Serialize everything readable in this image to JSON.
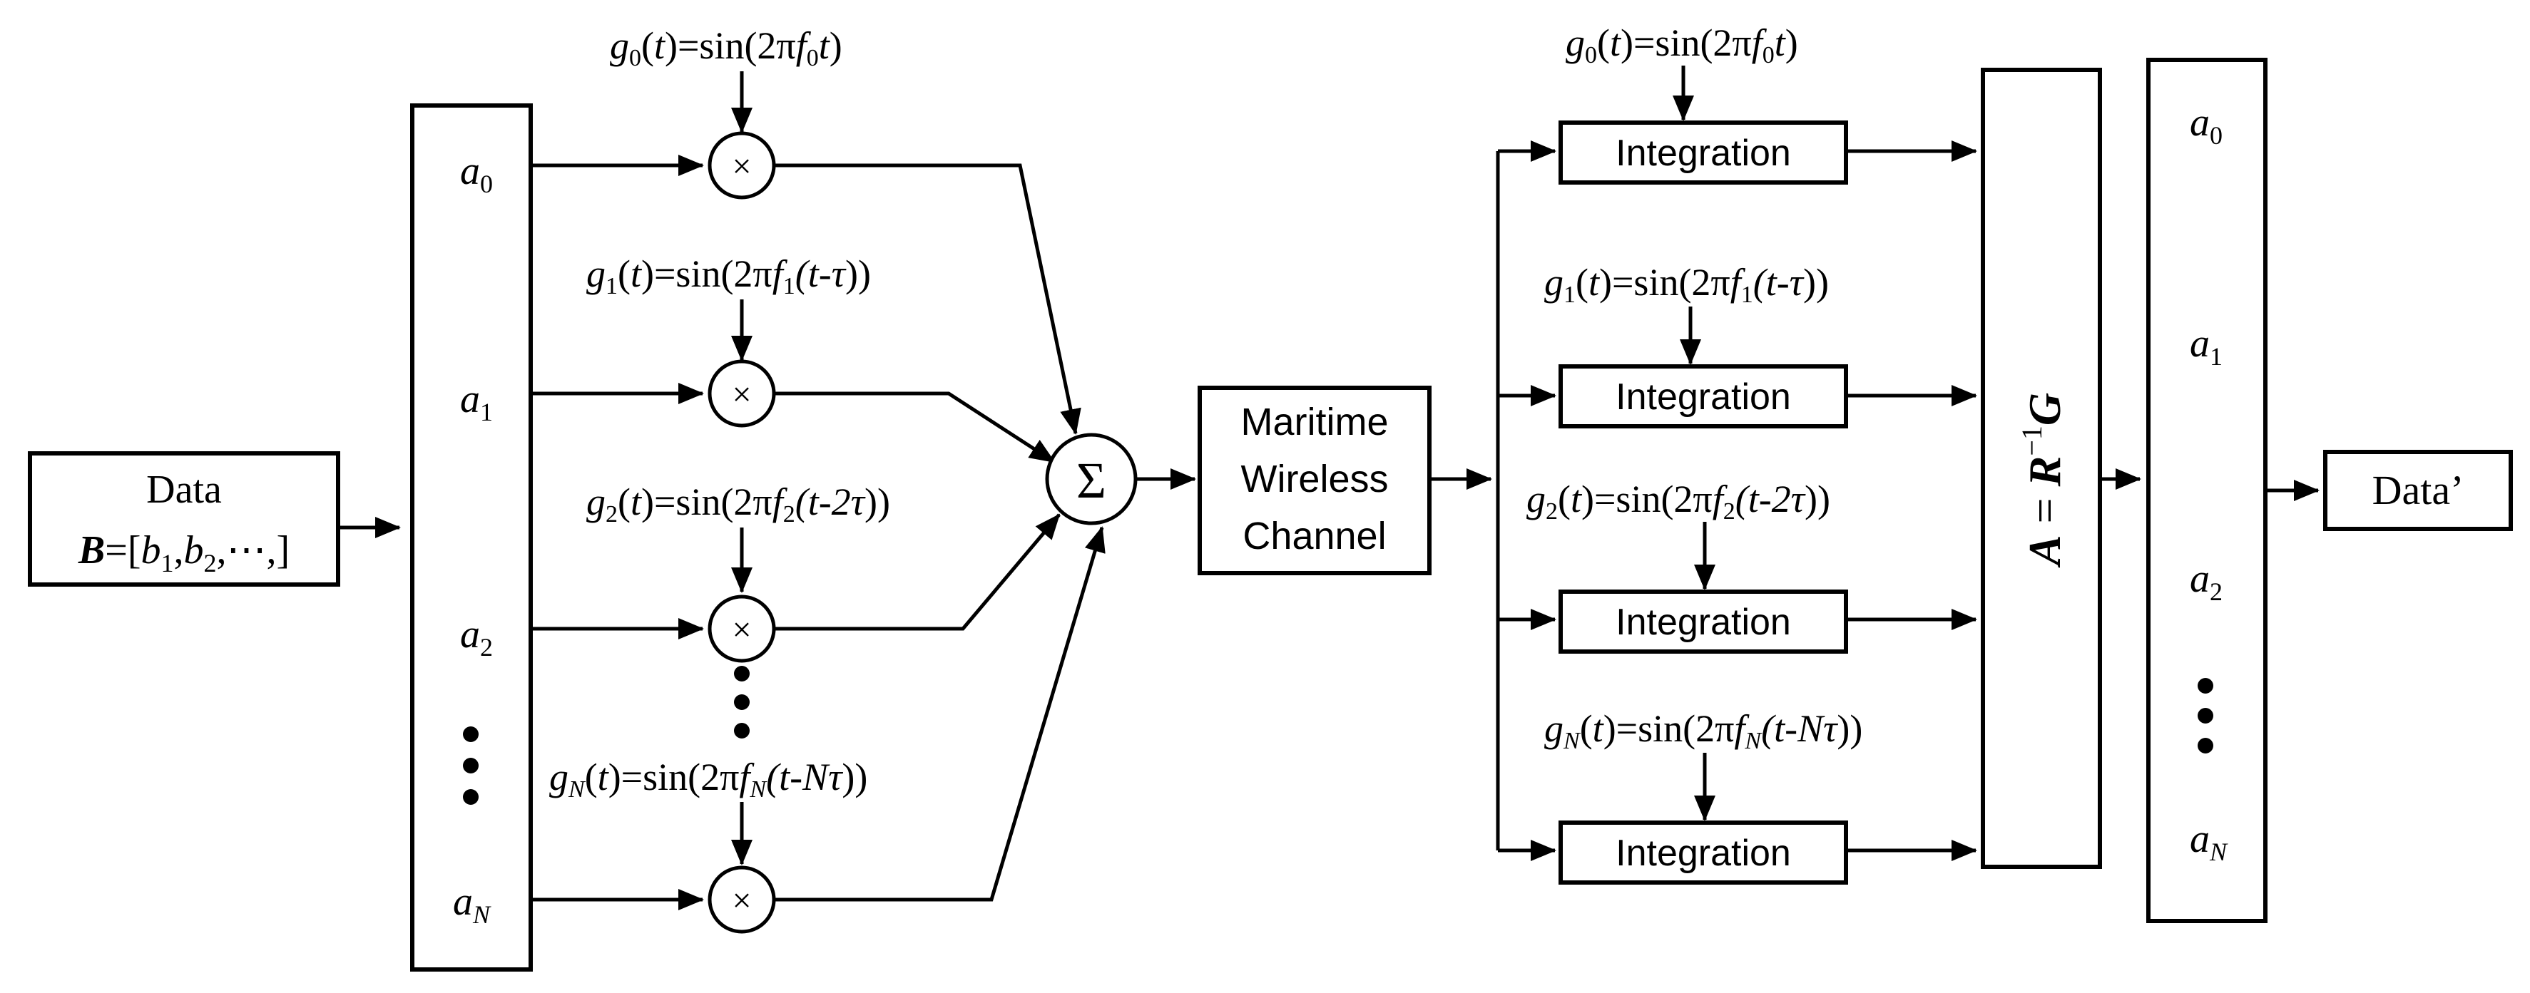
{
  "data_box": {
    "line1": "Data",
    "bold_B": "B",
    "eq": "=[",
    "b": "b",
    "s1": "1",
    "comma1": ",",
    "s2": "2",
    "tail": ",⋯,]"
  },
  "tx_coeffs": [
    {
      "a": "a",
      "sub": "0"
    },
    {
      "a": "a",
      "sub": "1"
    },
    {
      "a": "a",
      "sub": "2"
    },
    {
      "a": "a",
      "sub": "N"
    }
  ],
  "tx_carriers": [
    {
      "g": "g",
      "sub": "0",
      "mid": "(",
      "t": "t",
      "eq": ")=sin(2π",
      "f": "f",
      "fsub": "0",
      "arg": "t",
      "end": ")"
    },
    {
      "g": "g",
      "sub": "1",
      "mid": "(",
      "t": "t",
      "eq": ")=sin(2π",
      "f": "f",
      "fsub": "1",
      "arg": "(t-τ",
      "end": "))"
    },
    {
      "g": "g",
      "sub": "2",
      "mid": "(",
      "t": "t",
      "eq": ")=sin(2π",
      "f": "f",
      "fsub": "2",
      "arg": "(t-2τ",
      "end": "))"
    },
    {
      "g": "g",
      "sub": "N",
      "mid": "(",
      "t": "t",
      "eq": ")=sin(2π",
      "f": "f",
      "fsub": "N",
      "arg": "(t-Nτ",
      "end": "))"
    }
  ],
  "multiply_symbol": "×",
  "sum_symbol": "Σ",
  "channel": {
    "line1": "Maritime",
    "line2": "Wireless",
    "line3": "Channel"
  },
  "integration_label": "Integration",
  "solver": {
    "A": "A",
    "eq": " = ",
    "R": "R",
    "sup": "−1",
    "G": "G"
  },
  "output_label": "Data’"
}
